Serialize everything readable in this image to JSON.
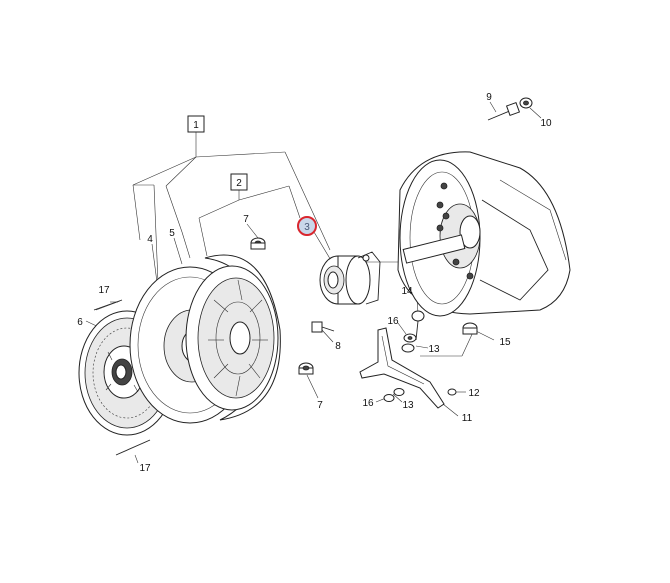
{
  "diagram": {
    "callouts": [
      {
        "id": "c1",
        "text": "1",
        "boxed": true
      },
      {
        "id": "c2",
        "text": "2",
        "boxed": true
      },
      {
        "id": "c3",
        "text": "3",
        "highlighted": true
      },
      {
        "id": "c4",
        "text": "4"
      },
      {
        "id": "c5",
        "text": "5"
      },
      {
        "id": "c6",
        "text": "6"
      },
      {
        "id": "c7a",
        "text": "7"
      },
      {
        "id": "c7b",
        "text": "7"
      },
      {
        "id": "c8",
        "text": "8"
      },
      {
        "id": "c9",
        "text": "9"
      },
      {
        "id": "c10",
        "text": "10"
      },
      {
        "id": "c11",
        "text": "11"
      },
      {
        "id": "c12",
        "text": "12"
      },
      {
        "id": "c13a",
        "text": "13"
      },
      {
        "id": "c13b",
        "text": "13"
      },
      {
        "id": "c14",
        "text": "14"
      },
      {
        "id": "c15",
        "text": "15"
      },
      {
        "id": "c16a",
        "text": "16"
      },
      {
        "id": "c16b",
        "text": "16"
      },
      {
        "id": "c17a",
        "text": "17"
      },
      {
        "id": "c17b",
        "text": "17"
      }
    ],
    "colors": {
      "line": "#222222",
      "highlight": "#d9262e",
      "highlight_fill": "#c9d7ea",
      "background": "#ffffff"
    }
  }
}
